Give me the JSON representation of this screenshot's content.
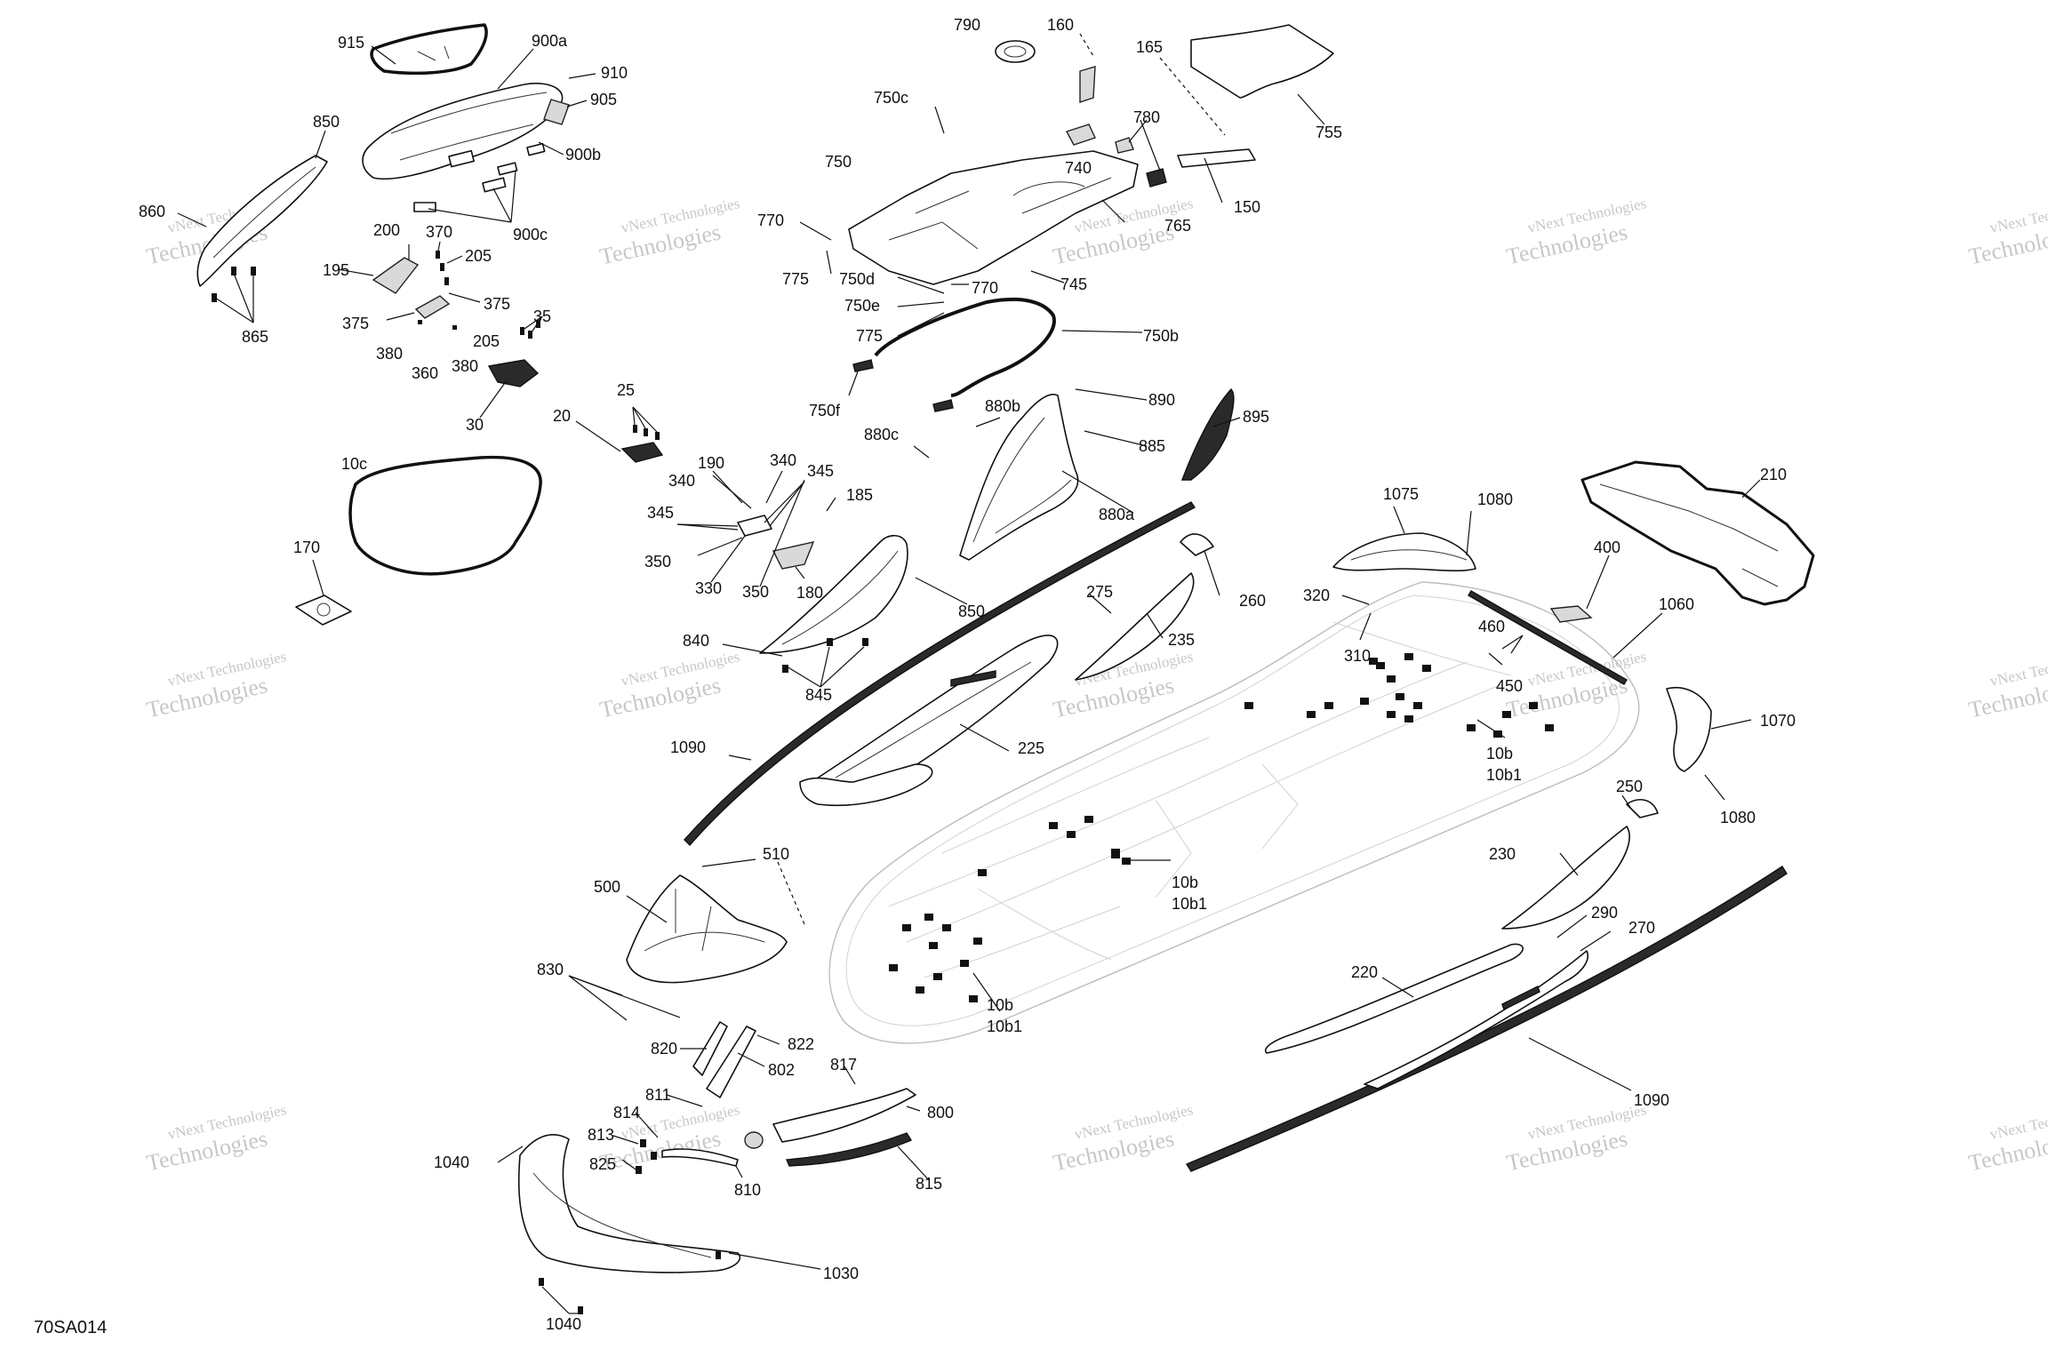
{
  "figure_id": "70SA014",
  "watermark": {
    "company": "vNext Technologies",
    "word": "Technologies"
  },
  "callouts": {
    "c915": "915",
    "c900a": "900a",
    "c910": "910",
    "c905": "905",
    "c900b": "900b",
    "c900c": "900c",
    "c850a": "850",
    "c860": "860",
    "c865": "865",
    "c200": "200",
    "c370": "370",
    "c205a": "205",
    "c195": "195",
    "c375a": "375",
    "c375b": "375",
    "c205b": "205",
    "c380a": "380",
    "c360": "360",
    "c380b": "380",
    "c35": "35",
    "c30": "30",
    "c10c": "10c",
    "c170": "170",
    "c25": "25",
    "c20": "20",
    "c190": "190",
    "c340a": "340",
    "c345a": "345",
    "c340b": "340",
    "c345b": "345",
    "c185": "185",
    "c350a": "350",
    "c330": "330",
    "c350b": "350",
    "c180": "180",
    "c850b": "850",
    "c840": "840",
    "c845": "845",
    "c1090a": "1090",
    "c225": "225",
    "c275": "275",
    "c235": "235",
    "c790": "790",
    "c160": "160",
    "c165": "165",
    "c755": "755",
    "c750c": "750c",
    "c780": "780",
    "c750": "750",
    "c740": "740",
    "c150": "150",
    "c770a": "770",
    "c765": "765",
    "c775a": "775",
    "c750d": "750d",
    "c770b": "770",
    "c745": "745",
    "c750e": "750e",
    "c775b": "775",
    "c750b": "750b",
    "c750f": "750f",
    "c880b": "880b",
    "c890": "890",
    "c880c": "880c",
    "c885": "885",
    "c895": "895",
    "c880a": "880a",
    "c260": "260",
    "c1075": "1075",
    "c1080a": "1080",
    "c210": "210",
    "c400": "400",
    "c320": "320",
    "c310": "310",
    "c460": "460",
    "c1060": "1060",
    "c450": "450",
    "c1070": "1070",
    "c10b1": "10b",
    "c10b1b": "10b1",
    "c1080b": "1080",
    "c250": "250",
    "c10b2": "10b",
    "c10b2b": "10b1",
    "c230": "230",
    "c290": "290",
    "c270": "270",
    "c220": "220",
    "c10b3": "10b",
    "c10b3b": "10b1",
    "c1090b": "1090",
    "c500": "500",
    "c510": "510",
    "c830": "830",
    "c820": "820",
    "c822": "822",
    "c802": "802",
    "c817": "817",
    "c811": "811",
    "c800": "800",
    "c814": "814",
    "c813": "813",
    "c815": "815",
    "c825": "825",
    "c810": "810",
    "c1040a": "1040",
    "c1030": "1030",
    "c1040b": "1040"
  }
}
